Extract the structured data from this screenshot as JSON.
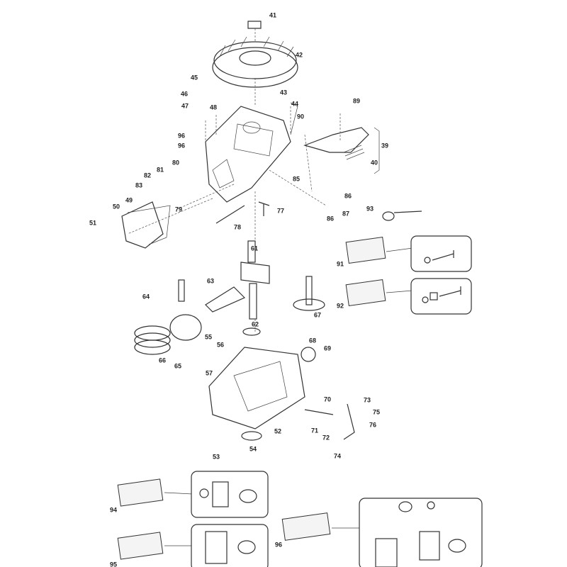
{
  "title": "Engine exploded parts diagram",
  "labels": [
    "41",
    "42",
    "45",
    "43",
    "44",
    "46",
    "47",
    "48",
    "89",
    "90",
    "39",
    "96",
    "96",
    "40",
    "80",
    "81",
    "82",
    "83",
    "85",
    "86",
    "87",
    "86",
    "79",
    "77",
    "93",
    "49",
    "50",
    "51",
    "78",
    "61",
    "91",
    "64",
    "63",
    "92",
    "62",
    "67",
    "55",
    "56",
    "68",
    "69",
    "66",
    "65",
    "57",
    "70",
    "73",
    "75",
    "71",
    "76",
    "52",
    "72",
    "54",
    "53",
    "74",
    "94",
    "95",
    "96"
  ]
}
